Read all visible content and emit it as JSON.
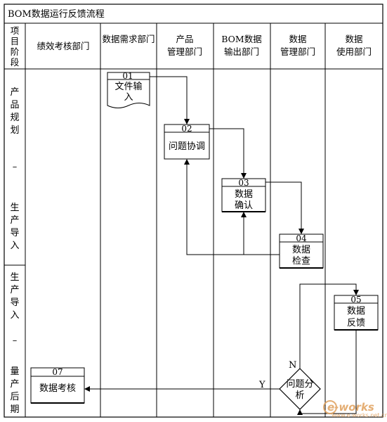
{
  "title": "BOM数据运行反馈流程",
  "headers": {
    "stage": [
      "项",
      "目",
      "阶",
      "段"
    ],
    "perf": "绩效考核部门",
    "demand": "数据需求部门",
    "product": [
      "产品",
      "管理部门"
    ],
    "output": [
      "BOM数据",
      "输出部门"
    ],
    "mgmt": [
      "数据",
      "管理部门"
    ],
    "use": [
      "数据",
      "使用部门"
    ]
  },
  "stages": {
    "first": [
      "产",
      "品",
      "规",
      "划",
      "–",
      "生",
      "产",
      "导",
      "入"
    ],
    "second": [
      "生",
      "产",
      "导",
      "入",
      "–",
      "量",
      "产",
      "后",
      "期"
    ]
  },
  "nodes": {
    "n01": {
      "num": "01",
      "label": [
        "文件输",
        "入"
      ]
    },
    "n02": {
      "num": "02",
      "label": [
        "问题协调"
      ]
    },
    "n03": {
      "num": "03",
      "label": [
        "数据",
        "确认"
      ]
    },
    "n04": {
      "num": "04",
      "label": [
        "数据",
        "检查"
      ]
    },
    "n05": {
      "num": "05",
      "label": [
        "数据",
        "反馈"
      ]
    },
    "n07": {
      "num": "07",
      "label": [
        "数据考核"
      ]
    },
    "decision": {
      "label": [
        "问题分",
        "析"
      ],
      "yes": "Y",
      "no": "N"
    }
  },
  "watermark": {
    "brand": "e-works",
    "url": "www.e-works.net.cn"
  }
}
